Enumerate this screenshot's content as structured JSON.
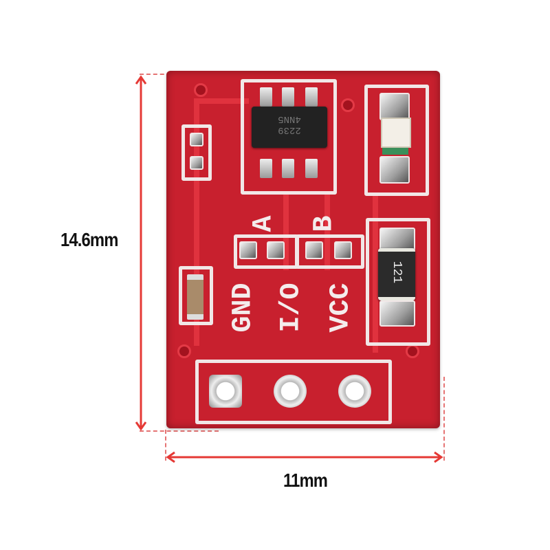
{
  "dimensions": {
    "height_label": "14.6mm",
    "width_label": "11mm",
    "annotation_color": "#e53935"
  },
  "pcb": {
    "color": "#c8202e",
    "silkscreen_color": "#f1e7e7",
    "ic": {
      "marking_line1": "4NN5",
      "marking_line2": "2239"
    },
    "resistor": {
      "marking": "121"
    },
    "jumper_labels": [
      "A",
      "B"
    ],
    "pin_labels": [
      "GND",
      "I/O",
      "VCC"
    ]
  }
}
